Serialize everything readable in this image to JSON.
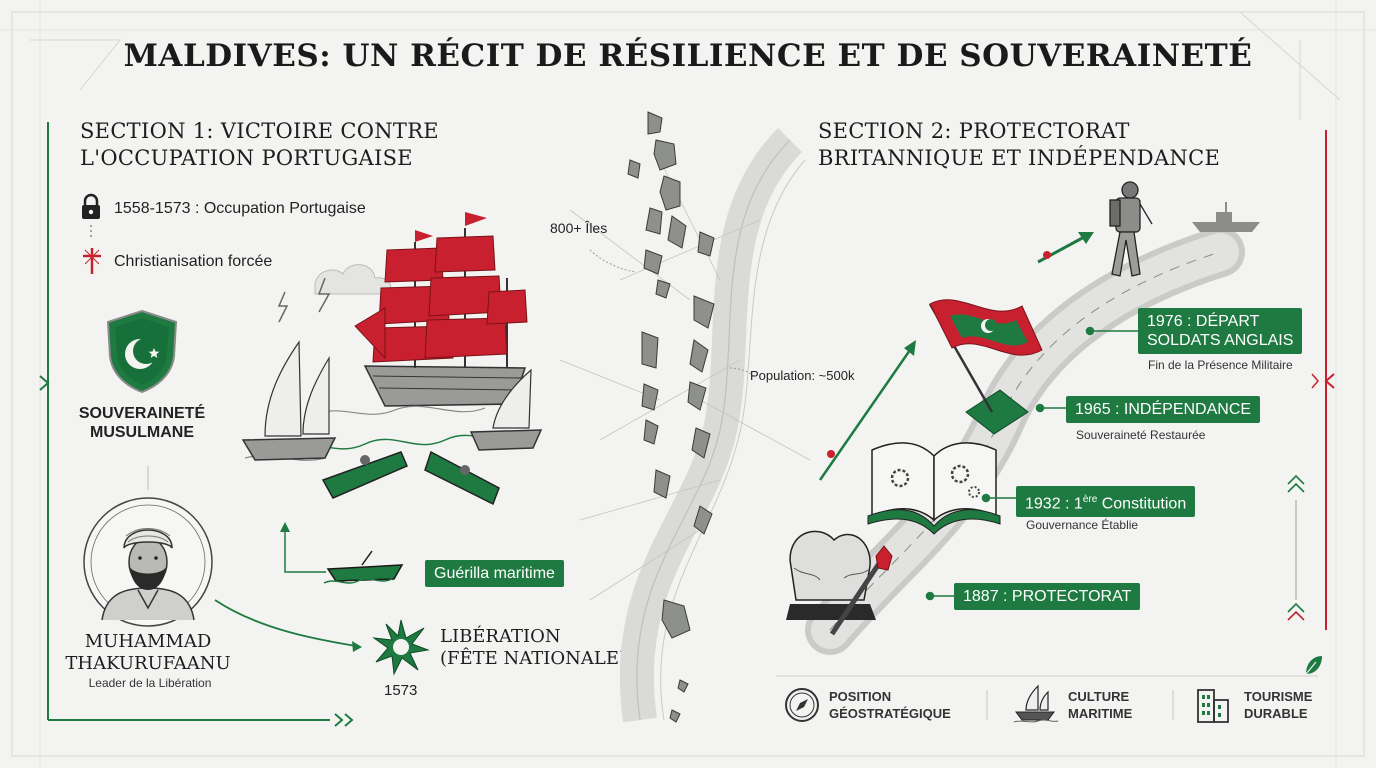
{
  "title": "MALDIVES: UN RÉCIT DE RÉSILIENCE ET DE SOUVERAINETÉ",
  "section1": {
    "heading_line1": "SECTION 1: VICTOIRE CONTRE",
    "heading_line2": "L'OCCUPATION PORTUGAISE",
    "occupation": "1558-1573 : Occupation Portugaise",
    "christianisation": "Christianisation forcée",
    "sovereignty_line1": "SOUVERAINETÉ",
    "sovereignty_line2": "MUSULMANE",
    "leader_name_line1": "MUHAMMAD",
    "leader_name_line2": "THAKURUFAANU",
    "leader_role": "Leader de la Libération",
    "guerilla": "Guérilla maritime",
    "liberation_line1": "LIBÉRATION",
    "liberation_line2": "(FÊTE NATIONALE)",
    "liberation_year": "1573"
  },
  "map": {
    "islands": "800+ Îles",
    "population": "Population: ~500k"
  },
  "section2": {
    "heading_line1": "SECTION 2: PROTECTORAT",
    "heading_line2": "BRITANNIQUE ET INDÉPENDANCE",
    "milestones": [
      {
        "label_line1": "1976 : DÉPART",
        "label_line2": "SOLDATS ANGLAIS",
        "caption": "Fin de la Présence Militaire"
      },
      {
        "label_line1": "1965 : INDÉPENDANCE",
        "caption": "Souveraineté Restaurée"
      },
      {
        "label_pre": "1932 : 1",
        "label_sup": "ère",
        "label_post": " Constitution",
        "caption": "Gouvernance Établie"
      },
      {
        "label_line1": "1887 : PROTECTORAT"
      }
    ]
  },
  "footer": [
    {
      "line1": "POSITION",
      "line2": "GÉOSTRATÉGIQUE",
      "icon": "compass-icon"
    },
    {
      "line1": "CULTURE",
      "line2": "MARITIME",
      "icon": "dhoni-boat-icon"
    },
    {
      "line1": "TOURISME",
      "line2": "DURABLE",
      "icon": "eco-building-icon"
    }
  ],
  "colors": {
    "accent_green": "#1e7a40",
    "accent_red": "#c8202e",
    "background": "#f3f4f2"
  }
}
